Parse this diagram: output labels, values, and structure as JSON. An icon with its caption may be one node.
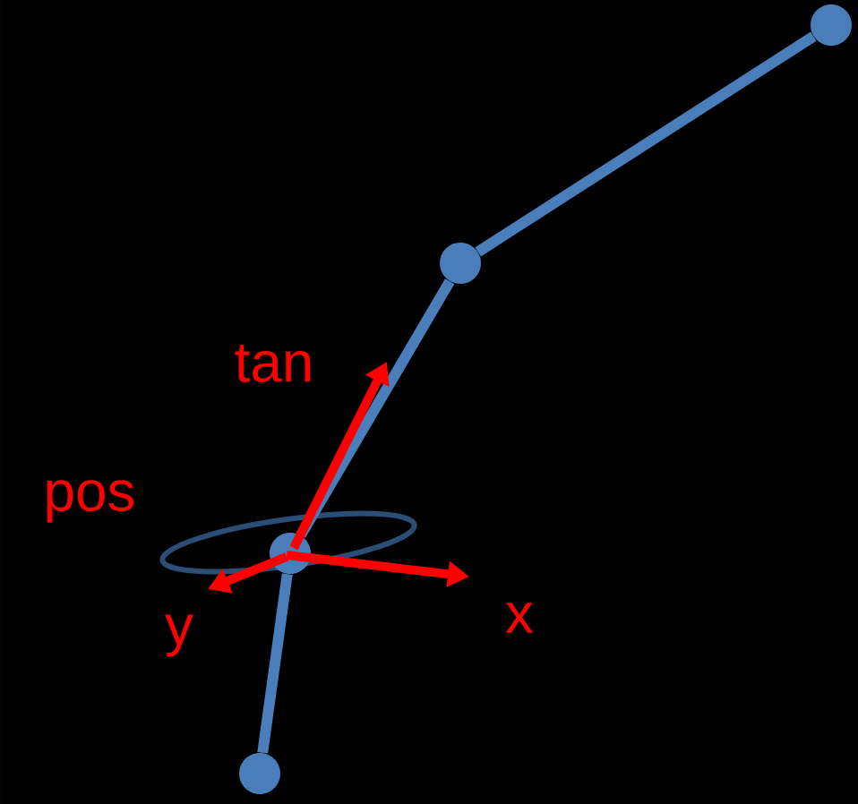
{
  "diagram": {
    "nodes": [
      {
        "text": [],
        "shape": "circle"
      },
      {
        "text": [],
        "shape": "circle"
      },
      {
        "text": [],
        "shape": "circle"
      },
      {
        "text": [],
        "shape": "circle"
      }
    ],
    "edges": [
      {
        "from": 0,
        "to": 1,
        "arrow": "none"
      },
      {
        "from": 1,
        "to": 2,
        "arrow": "none"
      },
      {
        "from": 2,
        "to": 3,
        "arrow": "none"
      }
    ],
    "labels": [
      "tan",
      "pos",
      "x",
      "y"
    ]
  }
}
